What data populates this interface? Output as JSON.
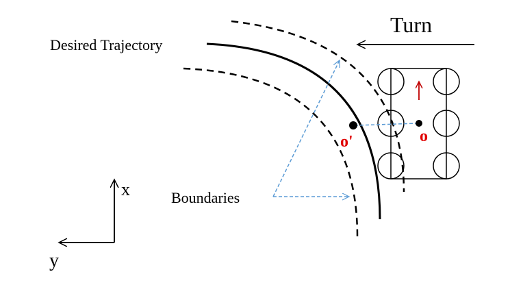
{
  "labels": {
    "turn": "Turn",
    "desired_trajectory": "Desired Trajectory",
    "boundaries": "Boundaries",
    "point_o_prime": "o'",
    "point_o": "o",
    "axis_x": "x",
    "axis_y": "y"
  },
  "colors": {
    "line": "#000000",
    "dashed_arrow": "#5b9bd5",
    "point_label": "#e00000",
    "heading_arrow": "#c00000"
  }
}
